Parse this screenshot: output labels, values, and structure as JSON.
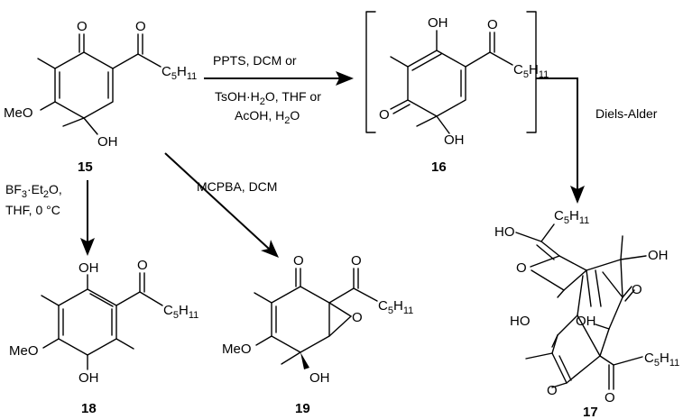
{
  "compounds": {
    "c15": {
      "label": "15",
      "atoms": {
        "meo": "MeO",
        "oh": "OH",
        "o1": "O",
        "o2": "O",
        "r": "C",
        "r_sub1": "5",
        "r_mid": "H",
        "r_sub2": "11"
      }
    },
    "c16": {
      "label": "16",
      "atoms": {
        "oh_top": "OH",
        "o_ket": "O",
        "o_left": "O",
        "oh_bot": "OH",
        "r": "C",
        "r_sub1": "5",
        "r_mid": "H",
        "r_sub2": "11"
      }
    },
    "c17": {
      "label": "17",
      "atoms": {
        "ho_top": "HO",
        "oh_right": "OH",
        "o_left": "O",
        "o_right": "O",
        "ho_low": "HO",
        "oh_mid": "OH",
        "o_bot1": "O",
        "o_bot2": "O",
        "r_top": "C",
        "r_top_sub1": "5",
        "r_top_mid": "H",
        "r_top_sub2": "11",
        "r_bot": "C",
        "r_bot_sub1": "5",
        "r_bot_mid": "H",
        "r_bot_sub2": "11"
      }
    },
    "c18": {
      "label": "18",
      "atoms": {
        "oh_top": "OH",
        "oh_bot": "OH",
        "meo": "MeO",
        "o_ket": "O",
        "r": "C",
        "r_sub1": "5",
        "r_mid": "H",
        "r_sub2": "11"
      }
    },
    "c19": {
      "label": "19",
      "atoms": {
        "o_ring": "O",
        "o_ket": "O",
        "o_epox": "O",
        "meo": "MeO",
        "oh": "OH",
        "r": "C",
        "r_sub1": "5",
        "r_mid": "H",
        "r_sub2": "11"
      }
    }
  },
  "reactions": {
    "r1": {
      "line1": "PPTS, DCM or",
      "line2_a": "TsOH",
      "line2_b": "·H",
      "line2_sub": "2",
      "line2_c": "O, THF or",
      "line3_a": "AcOH, H",
      "line3_sub": "2",
      "line3_b": "O"
    },
    "r2": {
      "text": "Diels-Alder"
    },
    "r3": {
      "line1_a": "BF",
      "line1_sub1": "3",
      "line1_b": "·Et",
      "line1_sub2": "2",
      "line1_c": "O,",
      "line2": "THF, 0 °C"
    },
    "r4": {
      "text": "MCPBA, DCM"
    }
  },
  "colors": {
    "ink": "#000000",
    "background": "#ffffff"
  }
}
